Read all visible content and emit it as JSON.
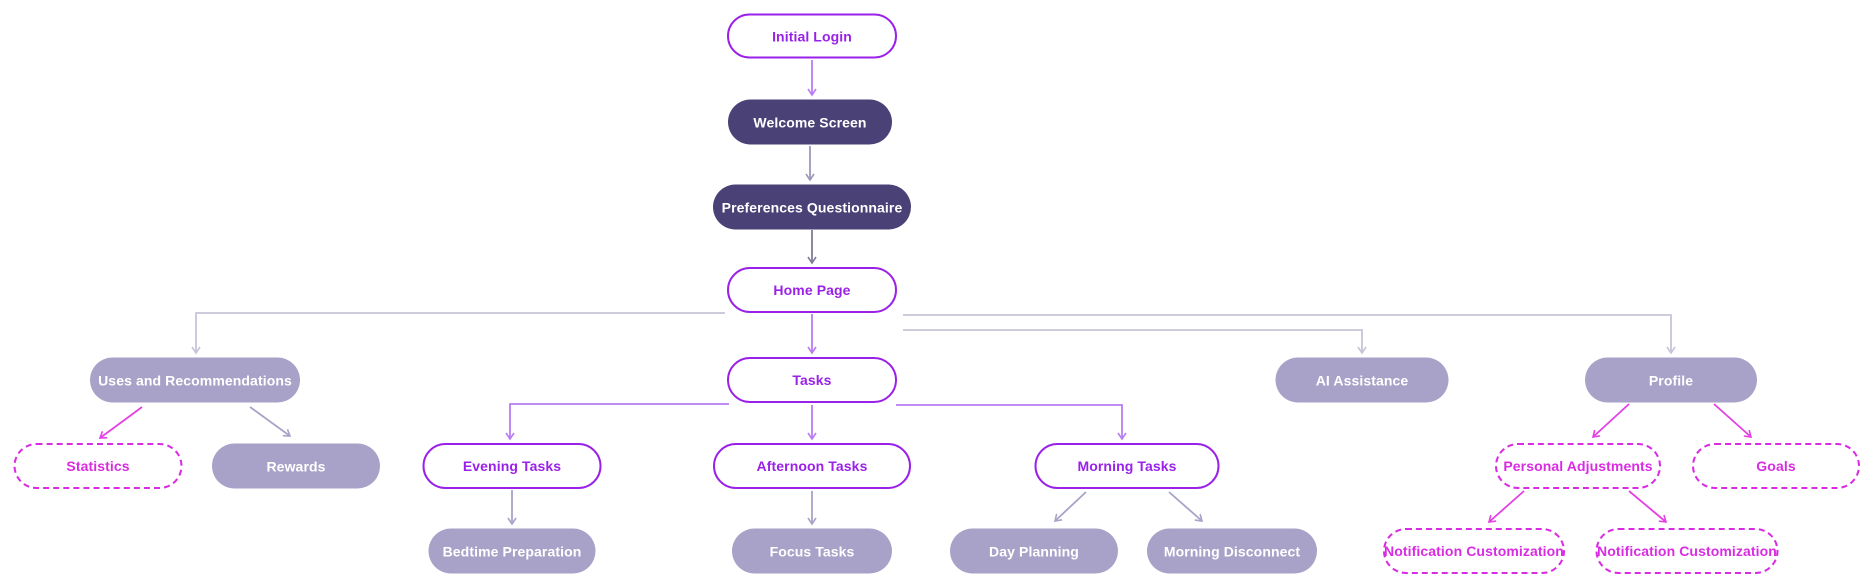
{
  "palette": {
    "background": "#ffffff",
    "purple": "#9a21e8",
    "dark_node_bg": "#4a4276",
    "lavender_node_bg": "#a9a2c8",
    "node_text_light": "#ffffff",
    "magenta": "#d92ce2",
    "edge_light_purple": "#b87df2",
    "edge_grey_light": "#c8c4d8",
    "edge_grey_mid": "#9e97b8",
    "edge_grey_dark": "#827b9c",
    "edge_lavender": "#aaa2c8",
    "edge_magenta": "#e440e4"
  },
  "nodes": {
    "initial_login": "Initial Login",
    "welcome_screen": "Welcome Screen",
    "preferences_questionnaire": "Preferences Questionnaire",
    "home_page": "Home Page",
    "uses_and_recommendations": "Uses and Recommendations",
    "tasks": "Tasks",
    "ai_assistance": "AI Assistance",
    "profile": "Profile",
    "statistics": "Statistics",
    "rewards": "Rewards",
    "evening_tasks": "Evening Tasks",
    "afternoon_tasks": "Afternoon Tasks",
    "morning_tasks": "Morning Tasks",
    "personal_adjustments": "Personal Adjustments",
    "goals": "Goals",
    "bedtime_preparation": "Bedtime Preparation",
    "focus_tasks": "Focus Tasks",
    "day_planning": "Day Planning",
    "morning_disconnect": "Morning Disconnect",
    "notification_customization_1": "Notification Customization",
    "notification_customization_2": "Notification Customization"
  },
  "edges": [
    {
      "from": "initial_login",
      "to": "welcome_screen"
    },
    {
      "from": "welcome_screen",
      "to": "preferences_questionnaire"
    },
    {
      "from": "preferences_questionnaire",
      "to": "home_page"
    },
    {
      "from": "home_page",
      "to": "uses_and_recommendations"
    },
    {
      "from": "home_page",
      "to": "tasks"
    },
    {
      "from": "home_page",
      "to": "ai_assistance"
    },
    {
      "from": "home_page",
      "to": "profile"
    },
    {
      "from": "tasks",
      "to": "evening_tasks"
    },
    {
      "from": "tasks",
      "to": "afternoon_tasks"
    },
    {
      "from": "tasks",
      "to": "morning_tasks"
    },
    {
      "from": "uses_and_recommendations",
      "to": "statistics"
    },
    {
      "from": "uses_and_recommendations",
      "to": "rewards"
    },
    {
      "from": "evening_tasks",
      "to": "bedtime_preparation"
    },
    {
      "from": "afternoon_tasks",
      "to": "focus_tasks"
    },
    {
      "from": "morning_tasks",
      "to": "day_planning"
    },
    {
      "from": "morning_tasks",
      "to": "morning_disconnect"
    },
    {
      "from": "profile",
      "to": "personal_adjustments"
    },
    {
      "from": "profile",
      "to": "goals"
    },
    {
      "from": "personal_adjustments",
      "to": "notification_customization_1"
    },
    {
      "from": "personal_adjustments",
      "to": "notification_customization_2"
    }
  ]
}
